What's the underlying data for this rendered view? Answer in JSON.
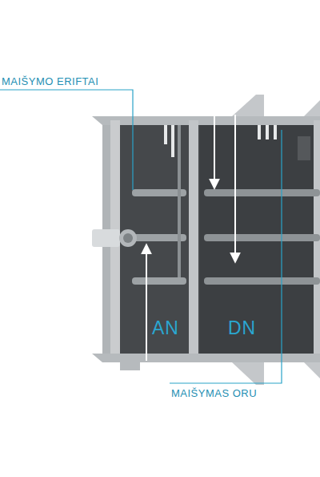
{
  "diagram": {
    "labels": [
      "MAIŠYMO ERIFTAI",
      "AN",
      "DN",
      "MAIŠYMAS ORU"
    ]
  }
}
